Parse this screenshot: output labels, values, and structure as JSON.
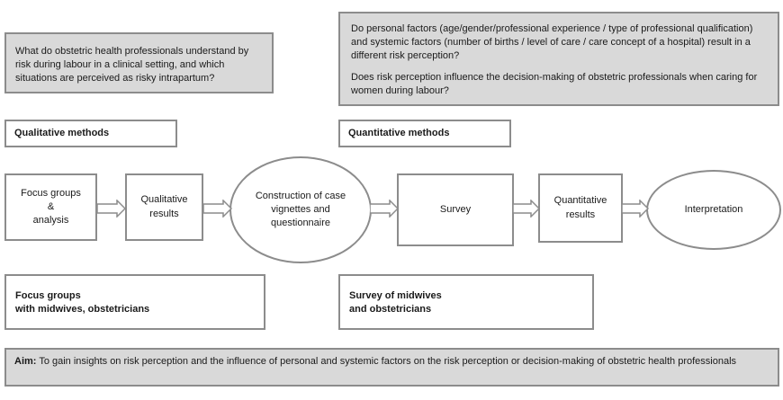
{
  "questions": {
    "qualitative": "What do obstetric health professionals understand by risk during labour in a clinical setting, and which situations are perceived as risky intrapartum?",
    "quantitative_1": "Do personal factors (age/gender/professional experience / type of professional qualification) and systemic factors (number of births / level of care / care concept of a hospital) result in a different risk perception?",
    "quantitative_2": "Does risk perception influence the decision-making of obstetric professionals when caring for women during labour?"
  },
  "labels": {
    "qualitative": "Qualitative methods",
    "quantitative": "Quantitative methods"
  },
  "flow": {
    "focus_groups_1": "Focus groups",
    "focus_groups_2": "&",
    "focus_groups_3": "analysis",
    "qualitative_results_1": "Qualitative",
    "qualitative_results_2": "results",
    "construction": "Construction of case vignettes and questionnaire",
    "survey": "Survey",
    "quantitative_results_1": "Quantitative",
    "quantitative_results_2": "results",
    "interpretation": "Interpretation"
  },
  "participants": {
    "focus_1": "Focus groups",
    "focus_2": "with midwives, obstetricians",
    "survey_1": "Survey of midwives",
    "survey_2": "and obstetricians"
  },
  "aim": {
    "label": "Aim:",
    "text": "To gain insights on risk perception and the influence of personal and systemic factors on the risk perception or decision-making of obstetric health professionals"
  }
}
